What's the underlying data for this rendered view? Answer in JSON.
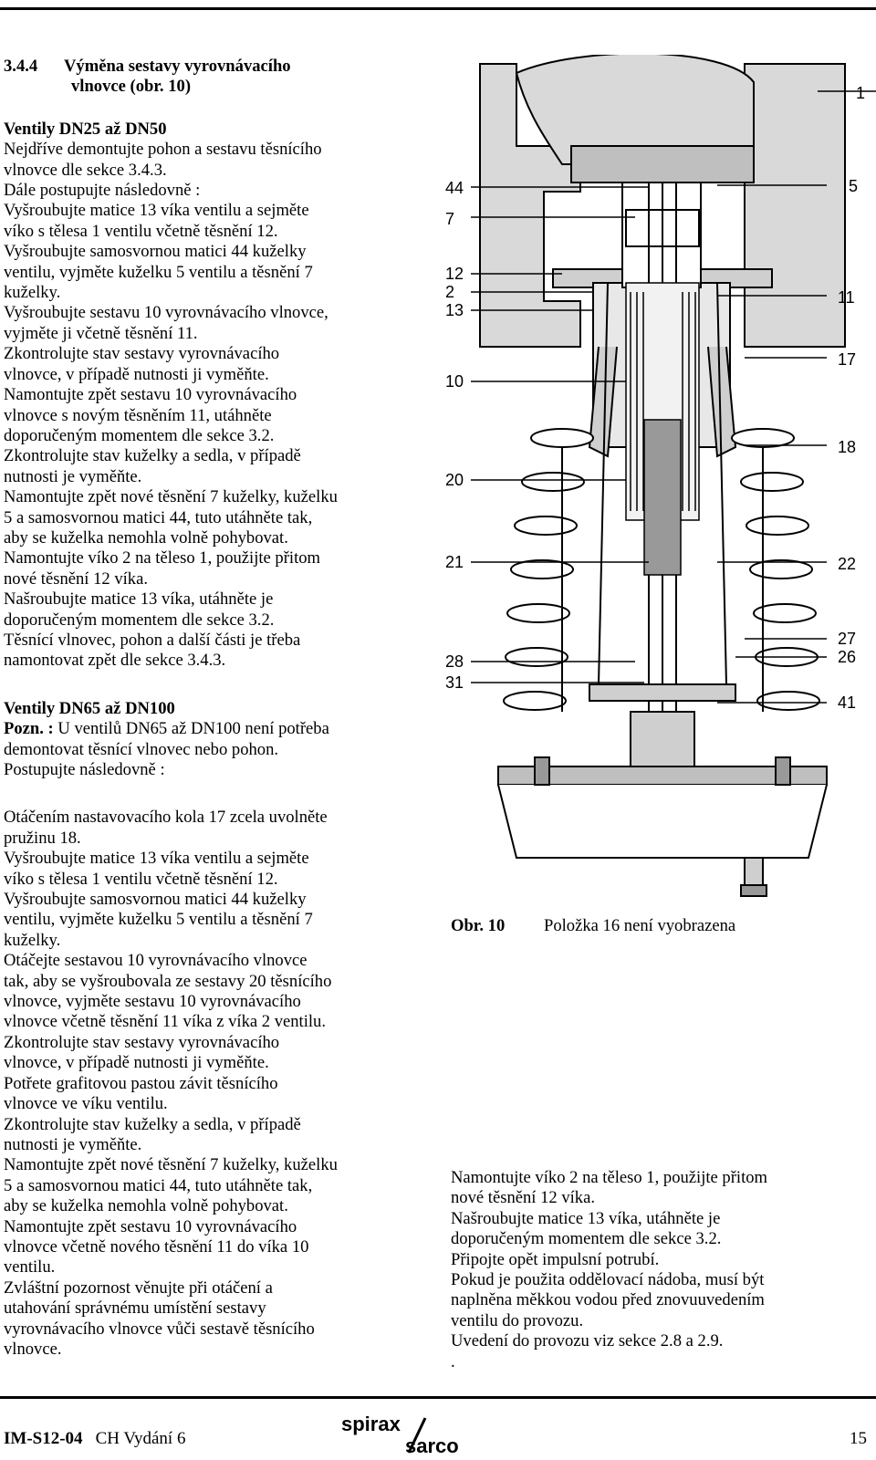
{
  "section": {
    "number": "3.4.4",
    "title_line1": "Výměna sestavy vyrovnávacího",
    "title_line2": "vlnovce (obr. 10)"
  },
  "dn25_50": {
    "heading": "Ventily DN25 až DN50",
    "lines": [
      "Nejdříve demontujte pohon a sestavu těsnícího",
      "vlnovce dle sekce 3.4.3.",
      "Dále postupujte následovně :",
      "Vyšroubujte matice 13 víka ventilu a sejměte",
      "víko s tělesa 1 ventilu včetně těsnění 12.",
      "Vyšroubujte samosvornou matici 44 kuželky",
      "ventilu, vyjměte kuželku 5 ventilu a těsnění 7",
      "kuželky.",
      "Vyšroubujte sestavu 10 vyrovnávacího vlnovce,",
      "vyjměte ji včetně těsnění 11.",
      "Zkontrolujte stav sestavy vyrovnávacího",
      "vlnovce, v případě nutnosti ji vyměňte.",
      "Namontujte zpět sestavu 10 vyrovnávacího",
      "vlnovce s novým těsněním 11, utáhněte",
      "doporučeným momentem dle sekce 3.2.",
      "Zkontrolujte stav kuželky a sedla, v případě",
      "nutnosti je vyměňte.",
      "Namontujte zpět nové těsnění 7 kuželky, kuželku",
      "5 a samosvornou matici 44, tuto utáhněte tak,",
      "aby se kuželka nemohla volně pohybovat.",
      "Namontujte víko 2 na těleso 1, použijte přitom",
      "nové těsnění 12 víka.",
      "Našroubujte matice 13 víka, utáhněte je",
      "doporučeným momentem dle sekce 3.2.",
      "Těsnící vlnovec, pohon a další části je třeba",
      "namontovat zpět dle sekce 3.4.3."
    ]
  },
  "dn65_100": {
    "heading": "Ventily DN65 až DN100",
    "note_label": "Pozn. :",
    "note_text": "U ventilů DN65 až DN100 není potřeba",
    "lines_a": [
      "demontovat těsnící vlnovec nebo pohon.",
      "Postupujte následovně :"
    ],
    "lines_b": [
      "Otáčením nastavovacího kola 17 zcela uvolněte",
      "pružinu 18.",
      "Vyšroubujte matice 13 víka ventilu a sejměte",
      "víko s tělesa 1 ventilu včetně těsnění 12.",
      "Vyšroubujte samosvornou matici 44 kuželky",
      "ventilu, vyjměte kuželku 5 ventilu a těsnění 7",
      "kuželky.",
      "Otáčejte sestavou 10 vyrovnávacího vlnovce",
      "tak, aby se vyšroubovala ze sestavy 20 těsnícího",
      "vlnovce, vyjměte sestavu 10 vyrovnávacího",
      "vlnovce včetně těsnění 11 víka z víka 2 ventilu.",
      "Zkontrolujte stav sestavy vyrovnávacího",
      "vlnovce, v případě nutnosti ji vyměňte.",
      "Potřete grafitovou pastou závit těsnícího",
      "vlnovce ve víku ventilu.",
      "Zkontrolujte stav kuželky a sedla, v případě",
      "nutnosti je vyměňte.",
      "Namontujte zpět nové těsnění 7 kuželky, kuželku",
      "5 a samosvornou matici 44, tuto utáhněte tak,",
      "aby se kuželka nemohla volně pohybovat.",
      "Namontujte zpět sestavu 10 vyrovnávacího",
      "vlnovce včetně nového těsnění 11 do víka 10",
      "ventilu.",
      "Zvláštní pozornost věnujte při otáčení a",
      "utahování správnému umístění sestavy",
      "vyrovnávacího vlnovce vůči sestavě těsnícího",
      "vlnovce."
    ]
  },
  "right_lines": [
    "Namontujte víko 2 na těleso 1, použijte přitom",
    "nové těsnění 12 víka.",
    "Našroubujte matice 13 víka, utáhněte je",
    "doporučeným momentem dle sekce 3.2.",
    "Připojte opět impulsní potrubí.",
    "Pokud je použita oddělovací nádoba, musí být",
    "naplněna měkkou vodou před znovuuvedením",
    "ventilu do provozu.",
    "Uvedení do provozu viz sekce 2.8 a 2.9.",
    "."
  ],
  "figure": {
    "callouts_left": [
      "44",
      "7",
      "12",
      "2",
      "13",
      "10",
      "20",
      "21",
      "28",
      "31"
    ],
    "callouts_right": [
      "1",
      "5",
      "11",
      "17",
      "18",
      "22",
      "27",
      "26",
      "41"
    ],
    "caption_label": "Obr. 10",
    "caption_text": "Položka 16 není vyobrazena"
  },
  "footer": {
    "code": "IM-S12-04",
    "edition": "CH Vydání 6",
    "logo_top": "spirax",
    "logo_bottom": "sarco",
    "page": "15"
  }
}
